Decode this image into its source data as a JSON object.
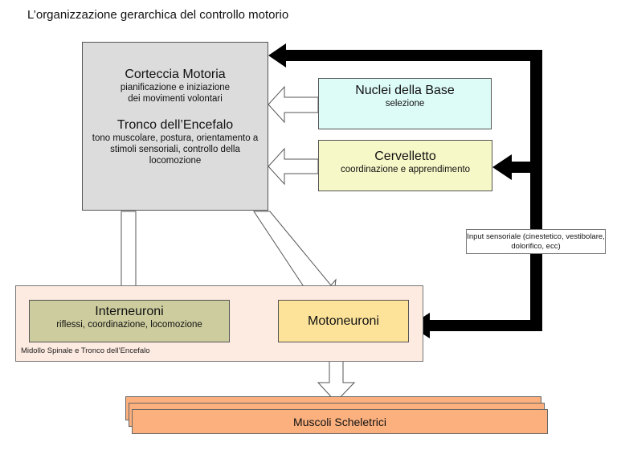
{
  "title": "L’organizzazione gerarchica del controllo motorio",
  "boxes": {
    "cortex": {
      "heading": "Corteccia Motoria",
      "line1": "pianificazione e iniziazione",
      "line2": "dei movimenti volontari",
      "heading2": "Tronco dell’Encefalo",
      "line3": "tono muscolare, postura, orientamento a",
      "line4": "stimoli sensoriali, controllo della",
      "line5": "locomozione",
      "color": "#dcdcdc"
    },
    "basal_ganglia": {
      "heading": "Nuclei della Base",
      "sub": "selezione",
      "color": "#ddfbf7"
    },
    "cerebellum": {
      "heading": "Cervelletto",
      "sub": "coordinazione e apprendimento",
      "color": "#f7f8c8"
    },
    "spinal_region": {
      "label": "Midollo Spinale e Tronco dell’Encefalo",
      "color": "#fdeae0"
    },
    "interneurons": {
      "heading": "Interneuroni",
      "sub": "riflessi, coordinazione, locomozione",
      "color": "#cccc9e"
    },
    "motoneurons": {
      "heading": "Motoneuroni",
      "color": "#fde39a"
    },
    "sensory_input": {
      "line1": "Input sensoriale (cinestetico, vestibolare,",
      "line2": "dolorifico, ecc)"
    },
    "muscles": {
      "heading": "Muscoli Scheletrici",
      "color": "#fbb07e"
    }
  }
}
